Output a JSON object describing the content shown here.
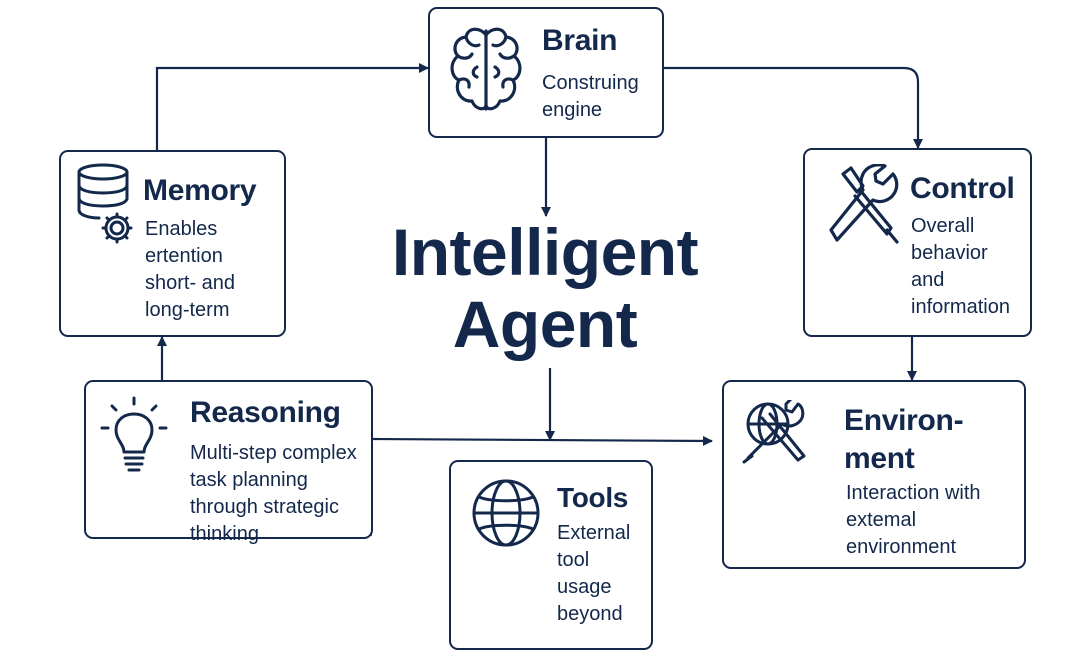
{
  "center": {
    "line1": "Intelligent",
    "line2": "Agent"
  },
  "nodes": {
    "brain": {
      "title": "Brain",
      "desc": [
        "Construing",
        "engine"
      ],
      "icon": "brain-icon"
    },
    "memory": {
      "title": "Memory",
      "desc": [
        "Enables",
        "ertention",
        "short- and",
        "long-term"
      ],
      "icon": "database-gear-icon"
    },
    "control": {
      "title": "Control",
      "desc": [
        "Overall",
        "behavior",
        "and",
        "information"
      ],
      "icon": "wrench-screwdriver-icon"
    },
    "reasoning": {
      "title": "Reasoning",
      "desc": [
        "Multi-step complex",
        "task planning",
        "through strategic",
        "thinking"
      ],
      "icon": "lightbulb-icon"
    },
    "environment": {
      "title_line1": "Environ-",
      "title_line2": "ment",
      "desc": [
        "Interaction with",
        "extemal",
        "environment"
      ],
      "icon": "globe-tools-icon"
    },
    "tools": {
      "title": "Tools",
      "desc": [
        "External",
        "tool",
        "usage",
        "beyond"
      ],
      "icon": "globe-icon"
    }
  },
  "colors": {
    "primary": "#13284b",
    "background": "#ffffff"
  }
}
